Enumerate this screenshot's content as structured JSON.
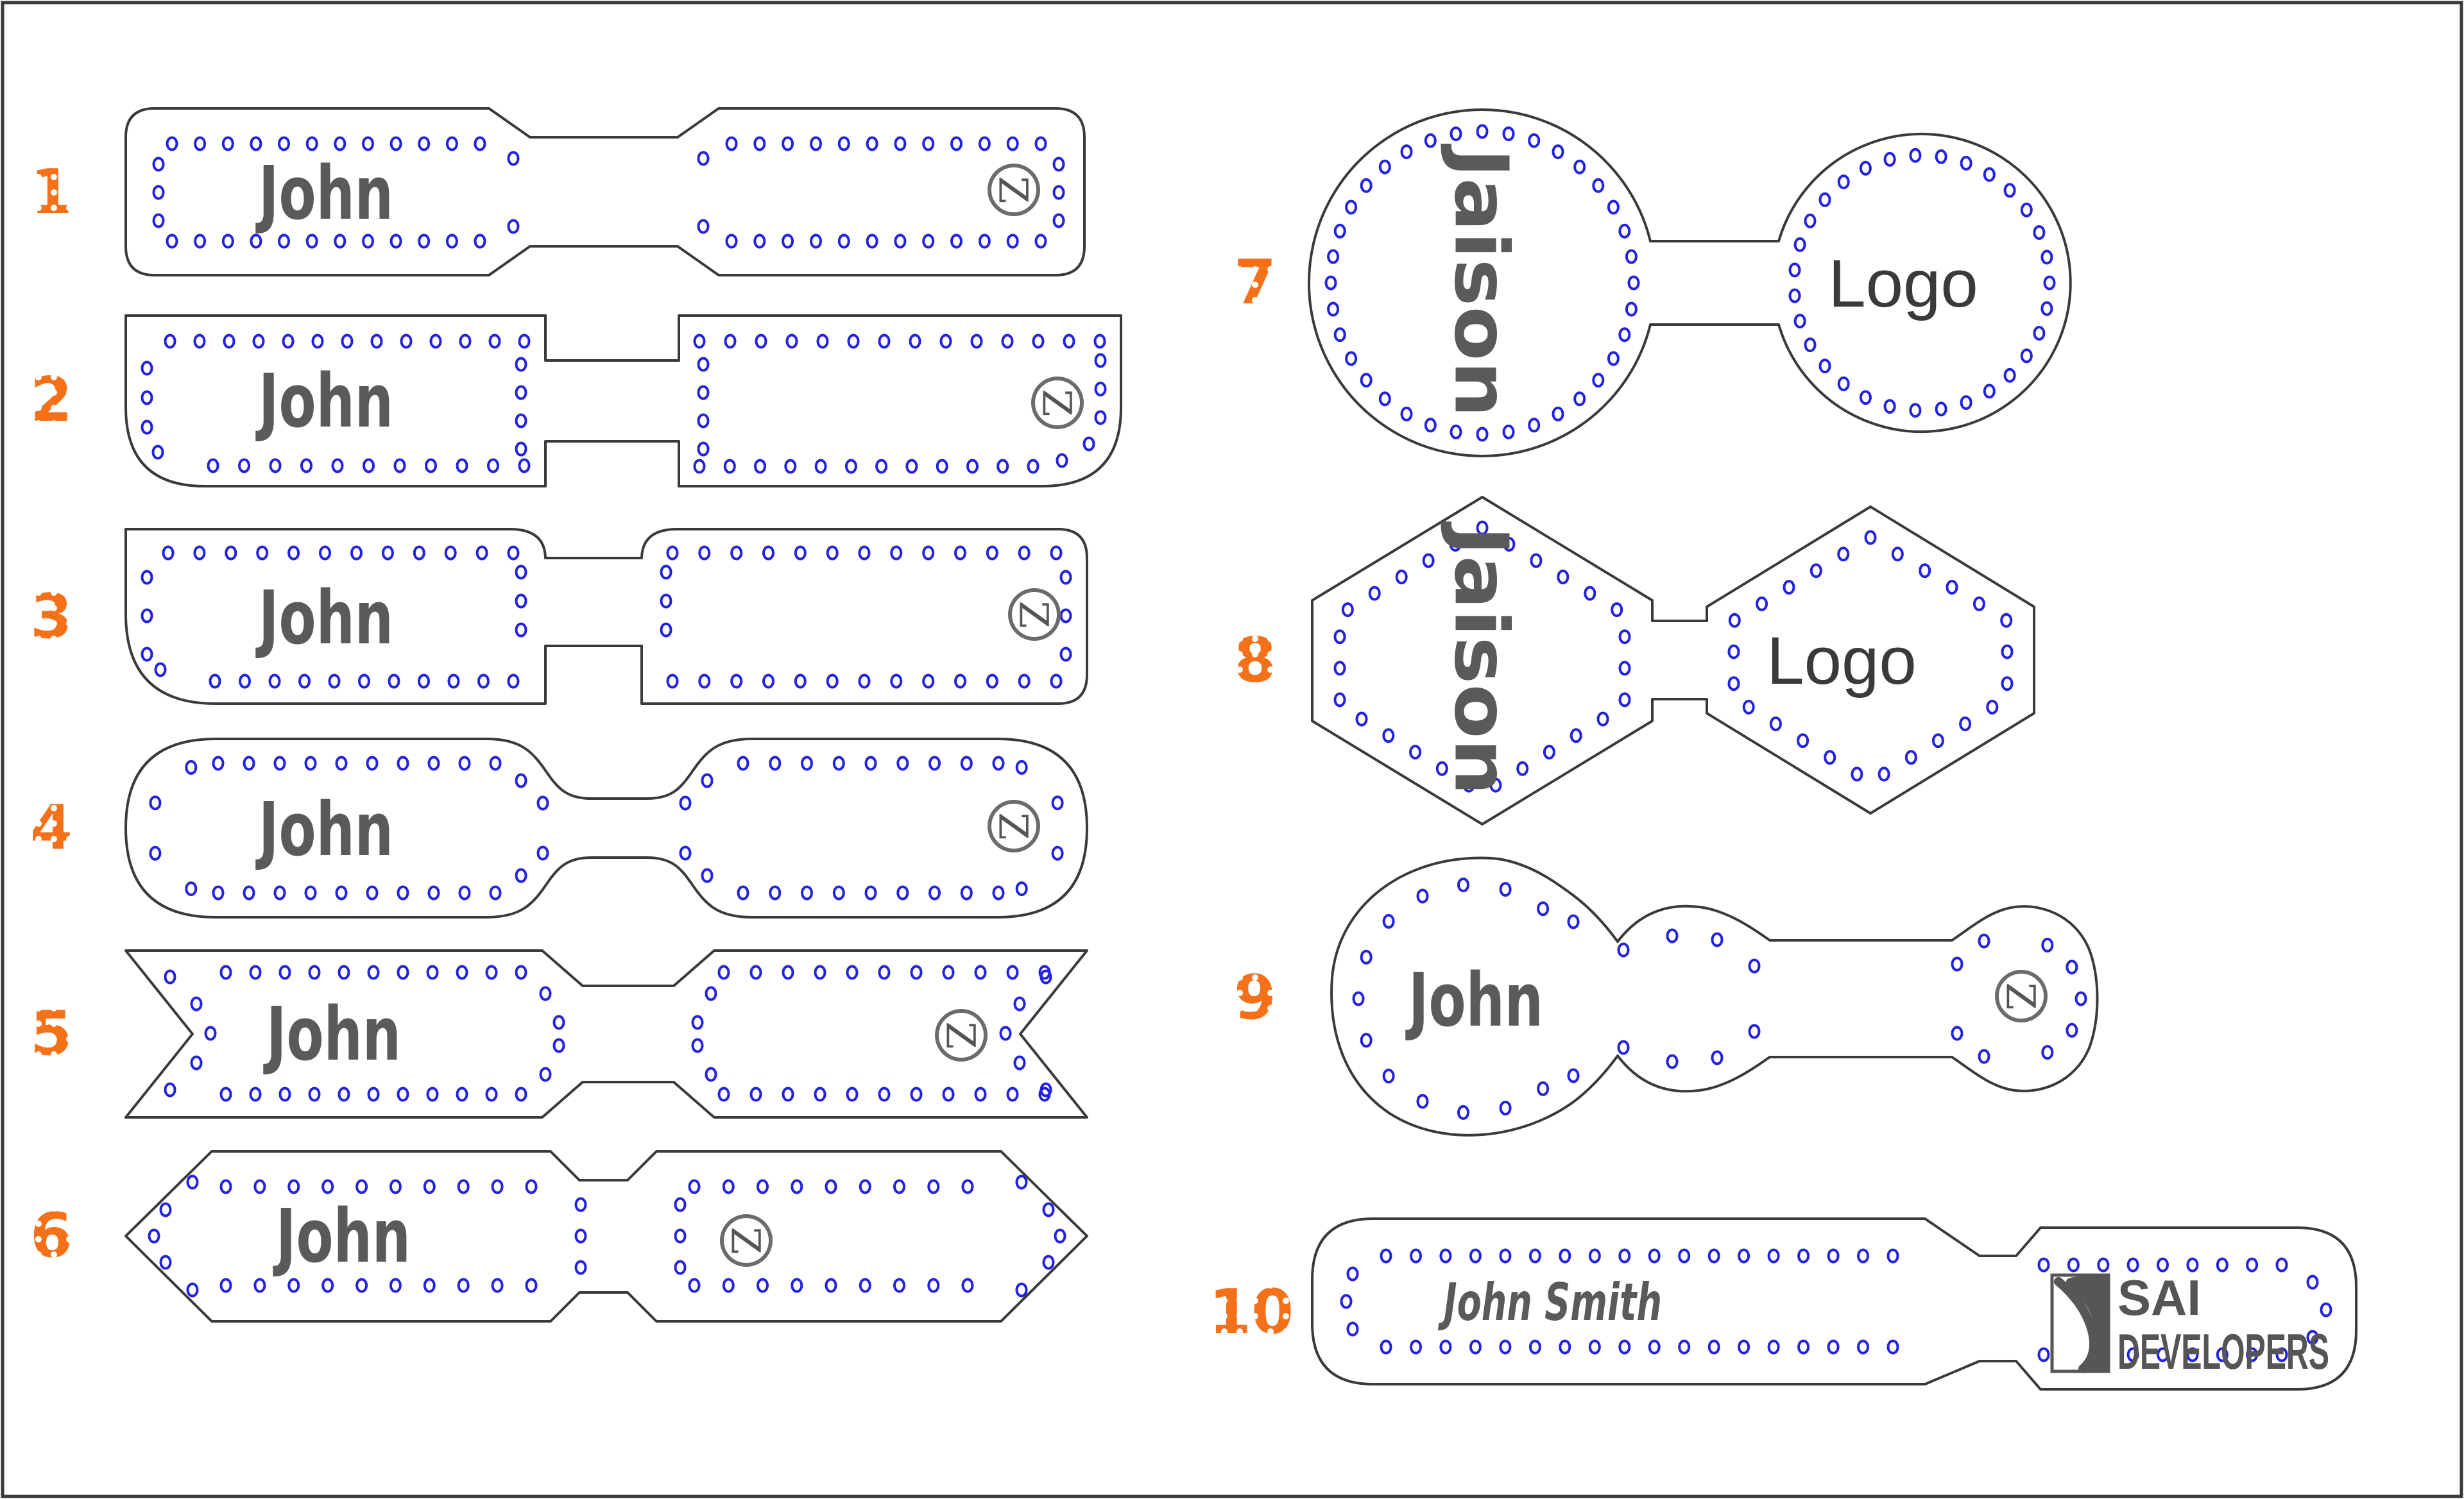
{
  "page": {
    "background": "#ffffff",
    "border_color": "#3a3a3a",
    "description": "Laser-cut stitched name tag template sheet with 10 numbered designs"
  },
  "colors": {
    "outline": "#3a3a3a",
    "stitch_hole": "#2222e0",
    "name_text": "#5a5a5a",
    "logo_text": "#3a3a3a",
    "logo_mark": "#565656",
    "number_accent": "#f4711a",
    "number_dot": "#ffffff"
  },
  "items": [
    {
      "number": "1",
      "name": "John",
      "logo": "Z"
    },
    {
      "number": "2",
      "name": "John",
      "logo": "Z"
    },
    {
      "number": "3",
      "name": "John",
      "logo": "Z"
    },
    {
      "number": "4",
      "name": "John",
      "logo": "Z"
    },
    {
      "number": "5",
      "name": "John",
      "logo": "Z"
    },
    {
      "number": "6",
      "name": "John",
      "logo": "Z"
    },
    {
      "number": "7",
      "name": "Jaison",
      "logo": "Logo"
    },
    {
      "number": "8",
      "name": "Jaison",
      "logo": "Logo"
    },
    {
      "number": "9",
      "name": "John",
      "logo": "Z"
    },
    {
      "number": "10",
      "name": "John Smith",
      "brand": {
        "line1": "SAI",
        "line2": "DEVELOPERS"
      }
    }
  ]
}
